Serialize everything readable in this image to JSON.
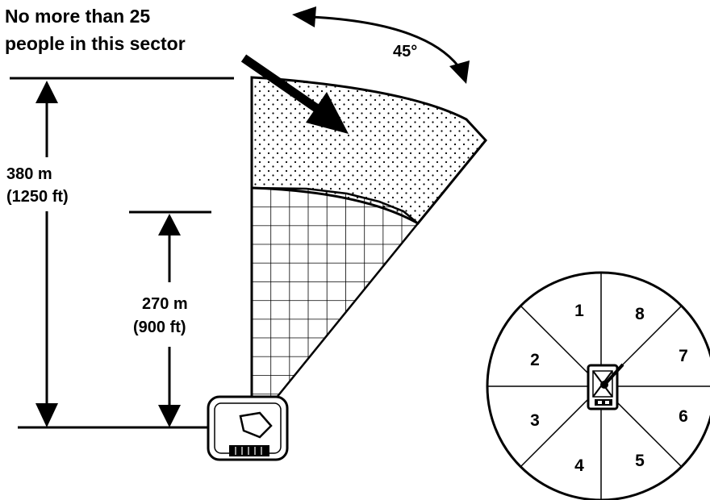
{
  "callout": {
    "line1": "No more than 25",
    "line2": "people in this sector"
  },
  "angle_label": "45°",
  "outer_range": {
    "meters": "380 m",
    "feet": "(1250 ft)"
  },
  "inner_range": {
    "meters": "270 m",
    "feet": "(900 ft)"
  },
  "sectors": [
    "1",
    "2",
    "3",
    "4",
    "5",
    "6",
    "7",
    "8"
  ]
}
